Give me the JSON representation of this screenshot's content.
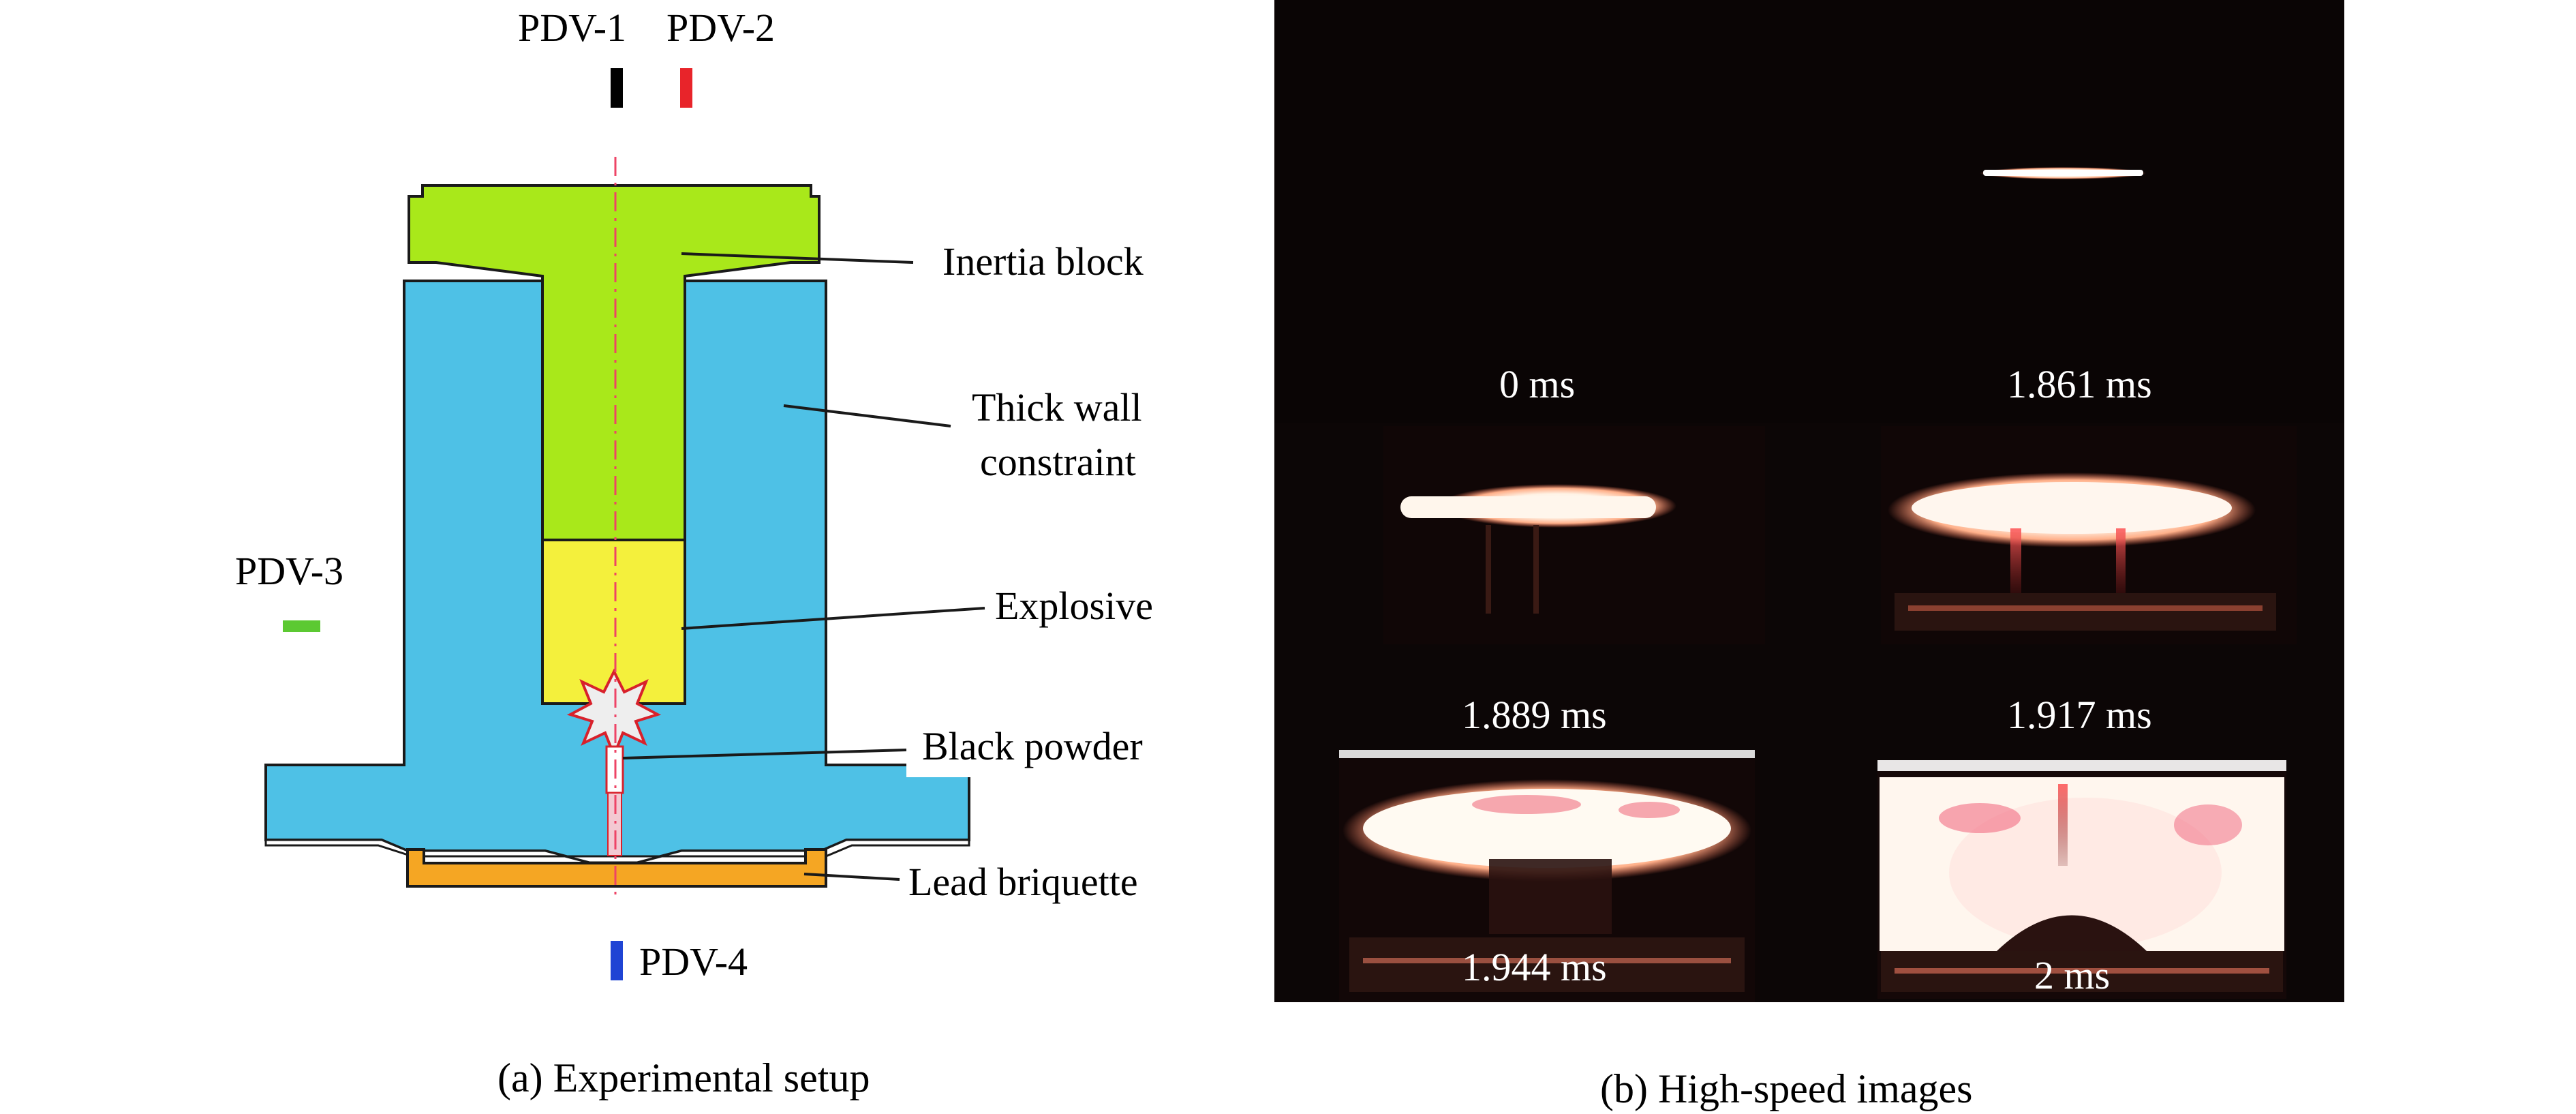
{
  "colors": {
    "inertia_block": "#a9e81a",
    "wall": "#4ec1e6",
    "explosive": "#f4f03c",
    "lead": "#f5a623",
    "pdv1": "#000000",
    "pdv2": "#e8242a",
    "pdv3": "#5cc932",
    "pdv4": "#1f44d4",
    "photo_bg": "#0c0606",
    "axis_line": "#ee4466"
  },
  "setup": {
    "pdv1": "PDV-1",
    "pdv2": "PDV-2",
    "pdv3": "PDV-3",
    "pdv4": "PDV-4",
    "inertia_block": "Inertia block",
    "thick_wall_line1": "Thick wall",
    "thick_wall_line2": "constraint",
    "explosive": "Explosive",
    "black_powder": "Black powder",
    "lead_briquette": "Lead briquette",
    "caption": "(a) Experimental setup"
  },
  "images": {
    "frames": [
      {
        "time": "0 ms"
      },
      {
        "time": "1.861 ms"
      },
      {
        "time": "1.889 ms"
      },
      {
        "time": "1.917 ms"
      },
      {
        "time": "1.944 ms"
      },
      {
        "time": "2 ms"
      }
    ],
    "caption": "(b) High-speed images"
  }
}
